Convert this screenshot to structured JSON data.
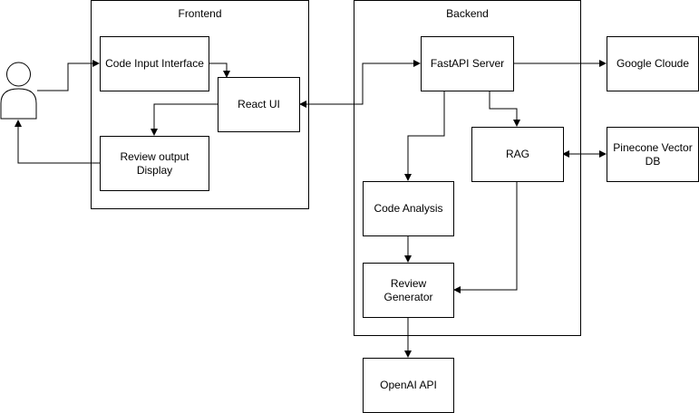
{
  "groups": {
    "frontend": {
      "title": "Frontend"
    },
    "backend": {
      "title": "Backend"
    }
  },
  "nodes": {
    "code_input": "Code Input Interface",
    "react_ui": "React UI",
    "review_output": "Review output Display",
    "fastapi": "FastAPI Server",
    "rag": "RAG",
    "code_analysis": "Code Analysis",
    "review_generator": "Review Generator",
    "google_cloud": "Google Cloude",
    "pinecone": "Pinecone Vector DB",
    "openai": "OpenAI API"
  },
  "actor": {
    "icon": "user-icon"
  },
  "colors": {
    "stroke": "#000000",
    "fill": "#ffffff"
  }
}
